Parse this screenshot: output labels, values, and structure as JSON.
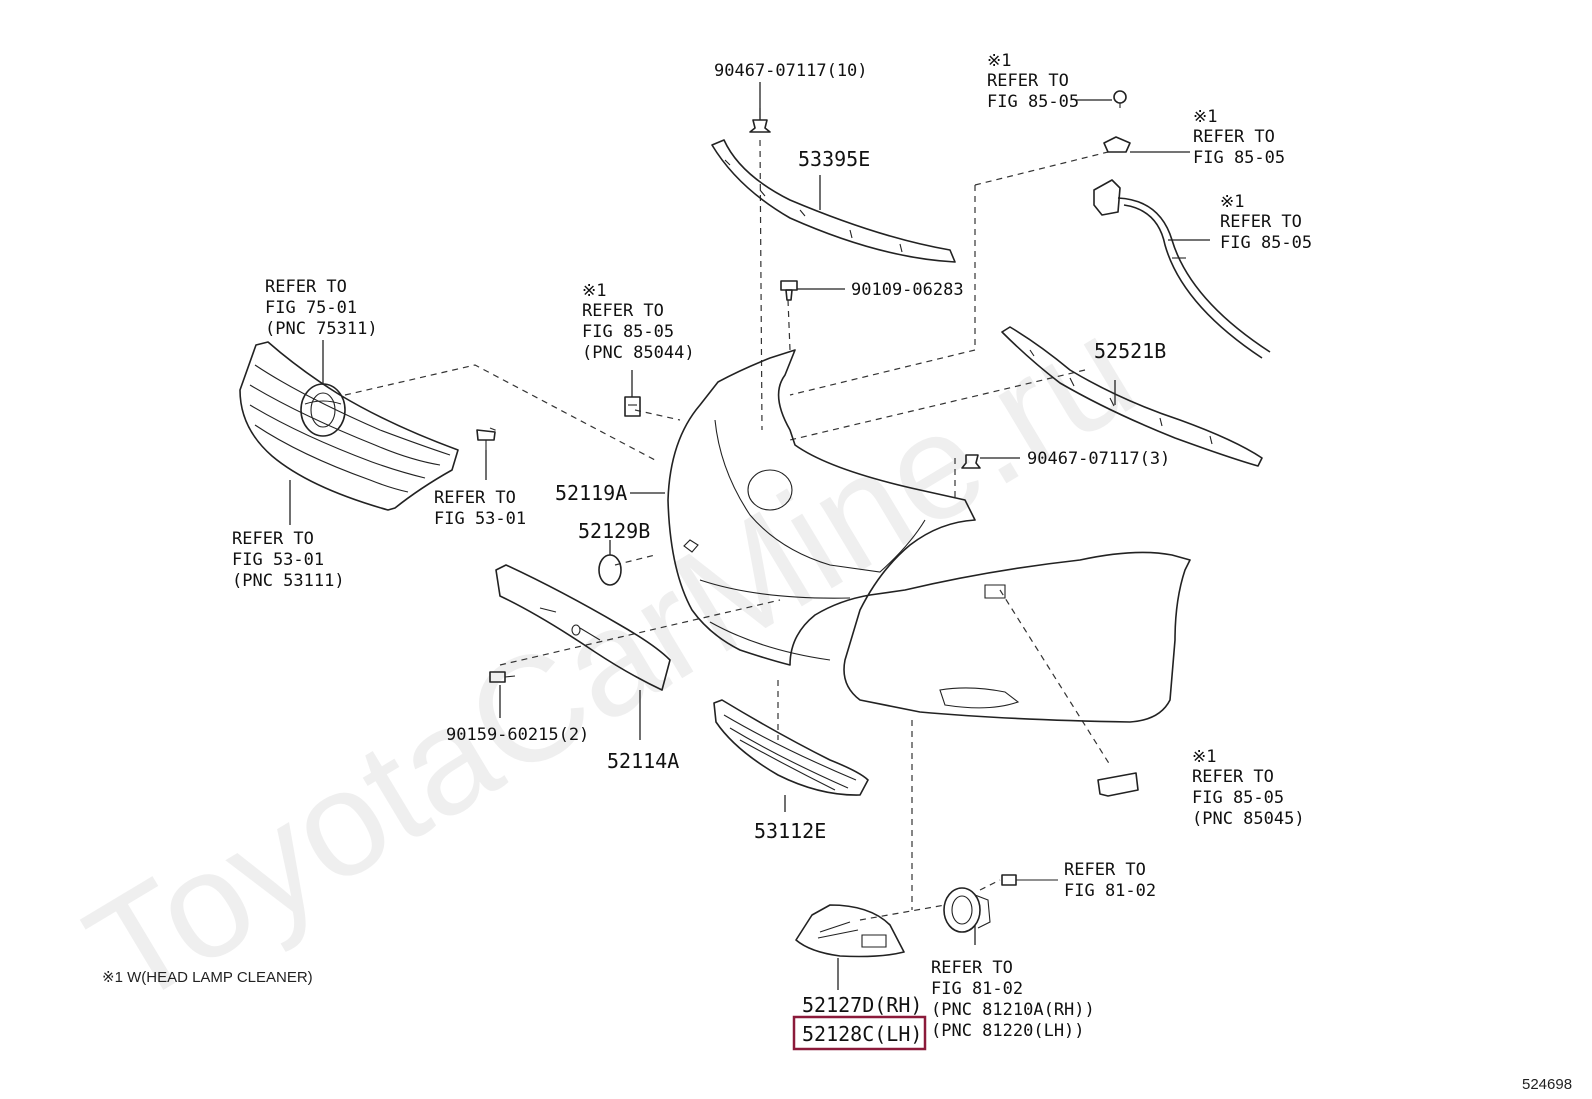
{
  "diagram_id": "524698",
  "watermark": "ToyotaCarMine.ru",
  "footnote": "※1 W(HEAD LAMP CLEANER)",
  "highlight_color": "#8b1a3a",
  "parts": {
    "p90467_10": "90467-07117(10)",
    "p53395E": "53395E",
    "p90109": "90109-06283",
    "p52521B": "52521B",
    "p90467_3": "90467-07117(3)",
    "p52119A": "52119A",
    "p52129B": "52129B",
    "p90159": "90159-60215(2)",
    "p52114A": "52114A",
    "p53112E": "53112E",
    "p52127D": "52127D(RH)",
    "p52128C": "52128C(LH)"
  },
  "refs": {
    "r_top_right_1": {
      "mark": "※1",
      "l1": "REFER TO",
      "l2": "FIG 85-05"
    },
    "r_top_right_2": {
      "mark": "※1",
      "l1": "REFER TO",
      "l2": "FIG 85-05"
    },
    "r_top_right_3": {
      "mark": "※1",
      "l1": "REFER TO",
      "l2": "FIG 85-05"
    },
    "r_emblem": {
      "l1": "REFER TO",
      "l2": "FIG 75-01",
      "l3": "(PNC 75311)"
    },
    "r_bracket": {
      "mark": "※1",
      "l1": "REFER TO",
      "l2": "FIG 85-05",
      "l3": "(PNC 85044)"
    },
    "r_clip": {
      "l1": "REFER TO",
      "l2": "FIG 53-01"
    },
    "r_grille": {
      "l1": "REFER TO",
      "l2": "FIG 53-01",
      "l3": "(PNC 53111)"
    },
    "r_lower_right": {
      "mark": "※1",
      "l1": "REFER TO",
      "l2": "FIG 85-05",
      "l3": "(PNC 85045)"
    },
    "r_bolt": {
      "l1": "REFER TO",
      "l2": "FIG 81-02"
    },
    "r_foglamp": {
      "l1": "REFER TO",
      "l2": "FIG 81-02",
      "l3": "(PNC 81210A(RH))",
      "l4": "(PNC 81220(LH))"
    }
  }
}
